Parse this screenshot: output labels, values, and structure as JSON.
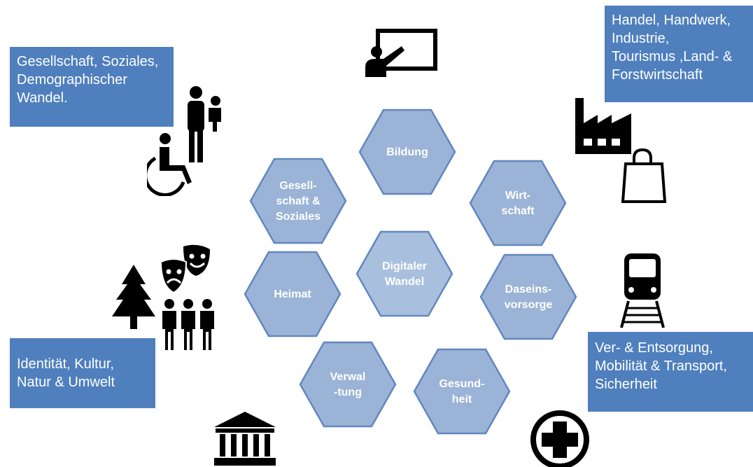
{
  "hexagons": [
    {
      "id": "bildung",
      "lines": [
        "Bildung"
      ]
    },
    {
      "id": "gesellschaft",
      "lines": [
        "Gesell-",
        "schaft &",
        "Soziales"
      ]
    },
    {
      "id": "wirtschaft",
      "lines": [
        "Wirt-",
        "schaft"
      ]
    },
    {
      "id": "digital",
      "lines": [
        "Digitaler",
        "Wandel"
      ]
    },
    {
      "id": "heimat",
      "lines": [
        "Heimat"
      ]
    },
    {
      "id": "daseinsvorsorge",
      "lines": [
        "Daseins-",
        "vorsorge"
      ]
    },
    {
      "id": "verwaltung",
      "lines": [
        "Verwal",
        "-tung"
      ]
    },
    {
      "id": "gesundheit",
      "lines": [
        "Gesund-",
        "heit"
      ]
    }
  ],
  "boxes": {
    "top_left": [
      "Gesellschaft, Soziales,",
      "Demographischer",
      "Wandel."
    ],
    "top_right": [
      "Handel, Handwerk,",
      "Industrie,",
      "Tourismus ,Land- &",
      "Forstwirtschaft"
    ],
    "bottom_left": [
      "Identität, Kultur,",
      "Natur & Umwelt"
    ],
    "bottom_right": [
      "Ver- & Entsorgung,",
      "Mobilität & Transport,",
      "Sicherheit"
    ]
  },
  "colors": {
    "box": "#4f7fbd",
    "hex_fill": "#9bb3d6",
    "hex_stroke": "#6287c0",
    "icon": "#000000"
  },
  "icons": [
    "teacher-board-icon",
    "family-icon",
    "wheelchair-icon",
    "factory-icon",
    "shopping-bag-icon",
    "tree-icon",
    "theater-masks-icon",
    "people-group-icon",
    "train-icon",
    "government-building-icon",
    "medical-cross-icon"
  ]
}
